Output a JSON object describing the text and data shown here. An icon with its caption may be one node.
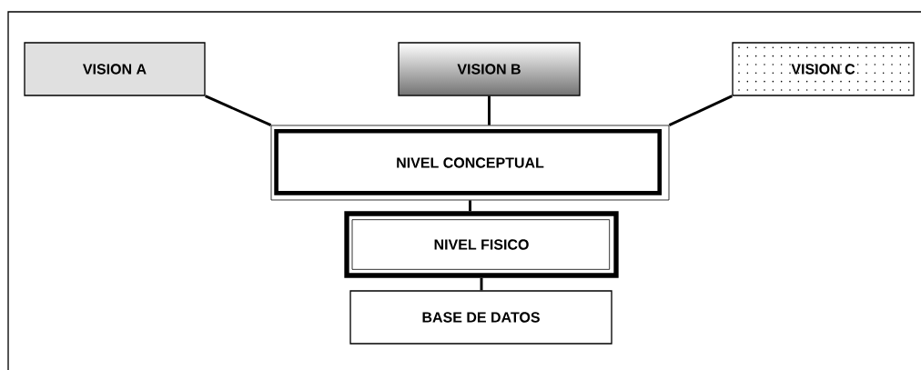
{
  "diagram": {
    "nodes": [
      {
        "text": [
          "VISION A"
        ]
      },
      {
        "text": [
          "VISION B"
        ]
      },
      {
        "text": [
          "VISION C"
        ]
      },
      {
        "text": [
          "NIVEL CONCEPTUAL"
        ]
      },
      {
        "text": [
          "NIVEL FISICO"
        ]
      },
      {
        "text": [
          "BASE DE DATOS"
        ]
      }
    ],
    "edges": [
      {
        "from": 0,
        "to": 3,
        "arrow": "none"
      },
      {
        "from": 1,
        "to": 3,
        "arrow": "none"
      },
      {
        "from": 2,
        "to": 3,
        "arrow": "none"
      },
      {
        "from": 3,
        "to": 4,
        "arrow": "none"
      },
      {
        "from": 4,
        "to": 5,
        "arrow": "none"
      }
    ]
  }
}
